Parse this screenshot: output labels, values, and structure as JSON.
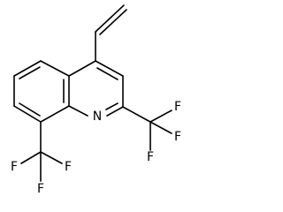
{
  "structure": {
    "type": "chemical-structure",
    "atom_labels": {
      "n1": "N",
      "f_cf3_c2_a": "F",
      "f_cf3_c2_b": "F",
      "f_cf3_c2_c": "F",
      "f_cf3_c8_a": "F",
      "f_cf3_c8_b": "F",
      "f_cf3_c8_c": "F"
    }
  }
}
